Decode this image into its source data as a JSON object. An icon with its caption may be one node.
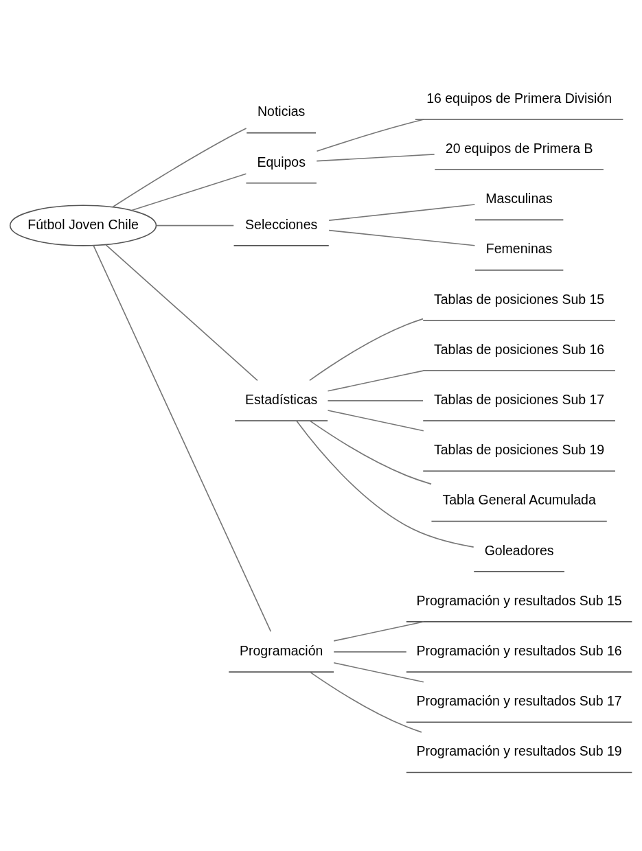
{
  "diagram": {
    "nodes": [
      {
        "text": [
          "Fútbol Joven Chile"
        ]
      },
      {
        "text": [
          "Noticias"
        ]
      },
      {
        "text": [
          "Equipos"
        ]
      },
      {
        "text": [
          "16 equipos de Primera División"
        ]
      },
      {
        "text": [
          "20 equipos de Primera B"
        ]
      },
      {
        "text": [
          "Selecciones"
        ]
      },
      {
        "text": [
          "Masculinas"
        ]
      },
      {
        "text": [
          "Femeninas"
        ]
      },
      {
        "text": [
          "Estadísticas"
        ]
      },
      {
        "text": [
          "Tablas de posiciones Sub 15"
        ]
      },
      {
        "text": [
          "Tablas de posiciones Sub 16"
        ]
      },
      {
        "text": [
          "Tablas de posiciones Sub 17"
        ]
      },
      {
        "text": [
          "Tablas de posiciones Sub 19"
        ]
      },
      {
        "text": [
          "Tabla General Acumulada"
        ]
      },
      {
        "text": [
          "Goleadores"
        ]
      },
      {
        "text": [
          "Programación"
        ]
      },
      {
        "text": [
          "Programación y resultados Sub 15"
        ]
      },
      {
        "text": [
          "Programación y resultados Sub 16"
        ]
      },
      {
        "text": [
          "Programación y resultados Sub 17"
        ]
      },
      {
        "text": [
          "Programación y resultados Sub 19"
        ]
      }
    ],
    "edges": [
      {
        "from": 0,
        "to": 1,
        "arrow": "none"
      },
      {
        "from": 0,
        "to": 2,
        "arrow": "none"
      },
      {
        "from": 2,
        "to": 3,
        "arrow": "none"
      },
      {
        "from": 2,
        "to": 4,
        "arrow": "none"
      },
      {
        "from": 0,
        "to": 5,
        "arrow": "none"
      },
      {
        "from": 5,
        "to": 6,
        "arrow": "none"
      },
      {
        "from": 5,
        "to": 7,
        "arrow": "none"
      },
      {
        "from": 0,
        "to": 8,
        "arrow": "none"
      },
      {
        "from": 8,
        "to": 9,
        "arrow": "none"
      },
      {
        "from": 8,
        "to": 10,
        "arrow": "none"
      },
      {
        "from": 8,
        "to": 11,
        "arrow": "none"
      },
      {
        "from": 8,
        "to": 12,
        "arrow": "none"
      },
      {
        "from": 8,
        "to": 13,
        "arrow": "none"
      },
      {
        "from": 8,
        "to": 14,
        "arrow": "none"
      },
      {
        "from": 0,
        "to": 15,
        "arrow": "none"
      },
      {
        "from": 15,
        "to": 16,
        "arrow": "none"
      },
      {
        "from": 15,
        "to": 17,
        "arrow": "none"
      },
      {
        "from": 15,
        "to": 18,
        "arrow": "none"
      },
      {
        "from": 15,
        "to": 19,
        "arrow": "none"
      }
    ]
  }
}
